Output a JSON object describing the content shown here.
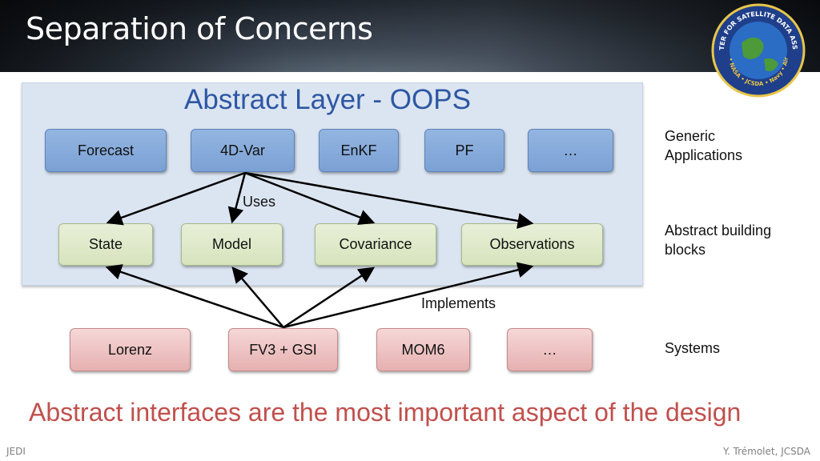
{
  "header": {
    "title": "Separation of Concerns",
    "logo_text": "JOINT CENTER FOR SATELLITE DATA ASSIMILATION",
    "logo_lower_text": "NOAA • NASA • JCSDA • Navy • Air Force"
  },
  "panel": {
    "title": "Abstract Layer - OOPS"
  },
  "applications": [
    "Forecast",
    "4D-Var",
    "EnKF",
    "PF",
    "…"
  ],
  "building_blocks": [
    "State",
    "Model",
    "Covariance",
    "Observations"
  ],
  "systems": [
    "Lorenz",
    "FV3 + GSI",
    "MOM6",
    "…"
  ],
  "labels": {
    "uses": "Uses",
    "implements": "Implements"
  },
  "side_labels": {
    "applications": [
      "Generic",
      "Applications"
    ],
    "building_blocks": [
      "Abstract building",
      "blocks"
    ],
    "systems": "Systems"
  },
  "tagline": "Abstract interfaces are the most important aspect of the design",
  "footer": {
    "left": "JEDI",
    "right": "Y. Trémolet, JCSDA"
  },
  "colors": {
    "panel_title": "#2e57a3",
    "tagline": "#c0504d",
    "application_box": "#7ba1d4",
    "building_block_box": "#d7e4bd",
    "system_box": "#e6b0b0"
  }
}
